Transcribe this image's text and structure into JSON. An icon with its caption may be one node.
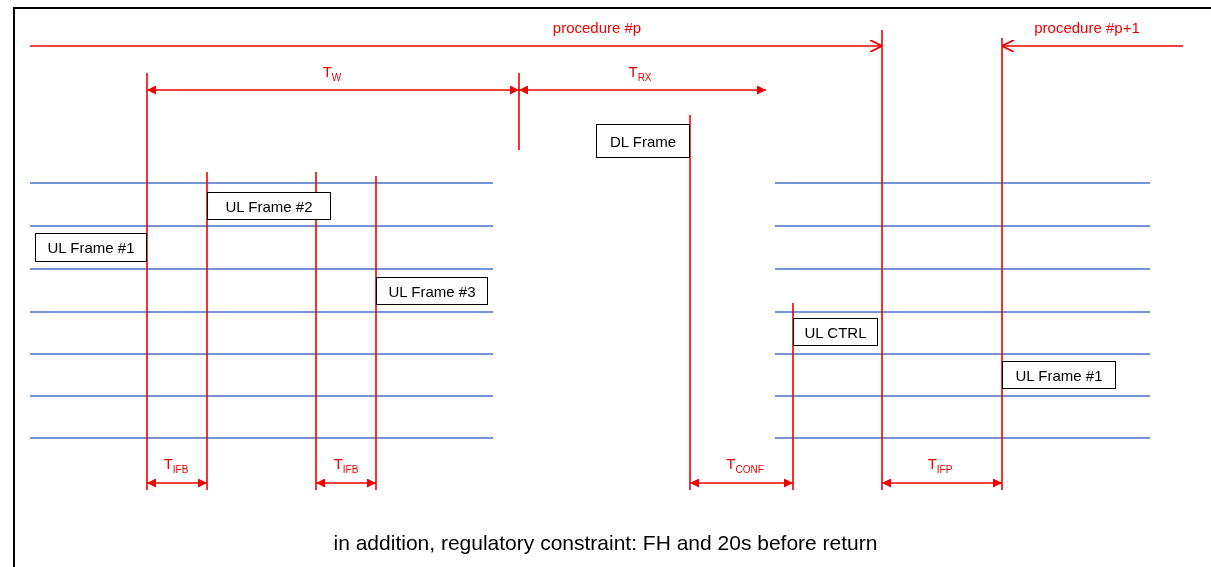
{
  "diagram": {
    "caption": "in addition, regulatory constraint: FH and 20s before return",
    "nodes": [
      {
        "text": [
          "UL Frame #1"
        ]
      },
      {
        "text": [
          "UL Frame #2"
        ]
      },
      {
        "text": [
          "UL Frame #3"
        ]
      },
      {
        "text": [
          "DL Frame"
        ]
      },
      {
        "text": [
          "UL CTRL"
        ]
      },
      {
        "text": [
          "UL Frame #1"
        ]
      }
    ],
    "labels": [
      "procedure #p",
      "procedure #p+1",
      "T$_{W}$",
      "T$_{RX}$",
      "T$_{IFB}$",
      "T$_{IFB}$",
      "T$_{CONF}$",
      "T$_{IFP}$"
    ]
  }
}
